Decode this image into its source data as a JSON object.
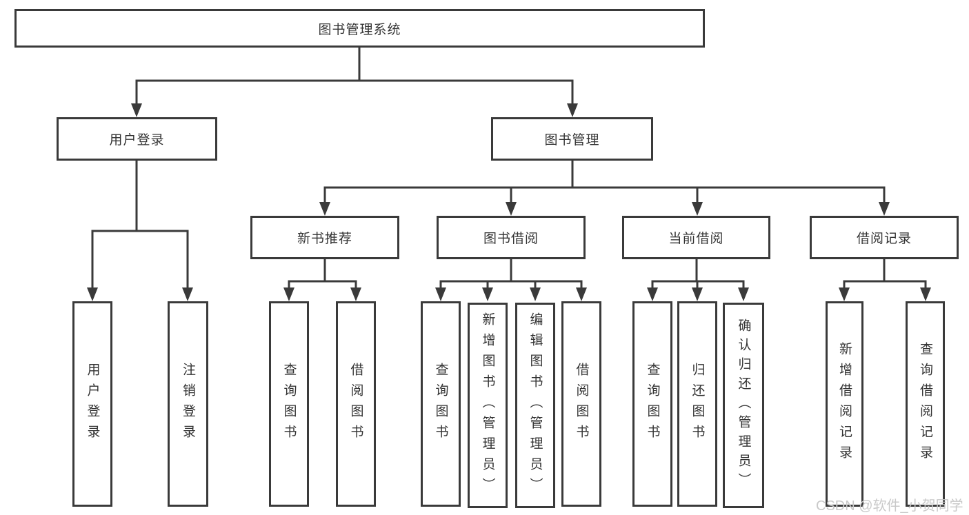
{
  "page": {
    "background": "#ffffff",
    "watermark": "CSDN @软件_小贺同学"
  },
  "colors": {
    "line": "#3a3a3a",
    "border": "#3a3a3a",
    "text": "#333333",
    "watermark": "#c9c9c9"
  },
  "nodes": {
    "root": "图书管理系统",
    "level2": [
      "用户登录",
      "图书管理"
    ],
    "level3": [
      "新书推荐",
      "图书借阅",
      "当前借阅",
      "借阅记录"
    ],
    "leaves": [
      "用户登录",
      "注销登录",
      "查询图书",
      "借阅图书",
      "查询图书",
      "新增图书（管理员）",
      "编辑图书（管理员）",
      "借阅图书",
      "查询图书",
      "归还图书",
      "确认归还（管理员）",
      "新增借阅记录",
      "查询借阅记录"
    ]
  }
}
